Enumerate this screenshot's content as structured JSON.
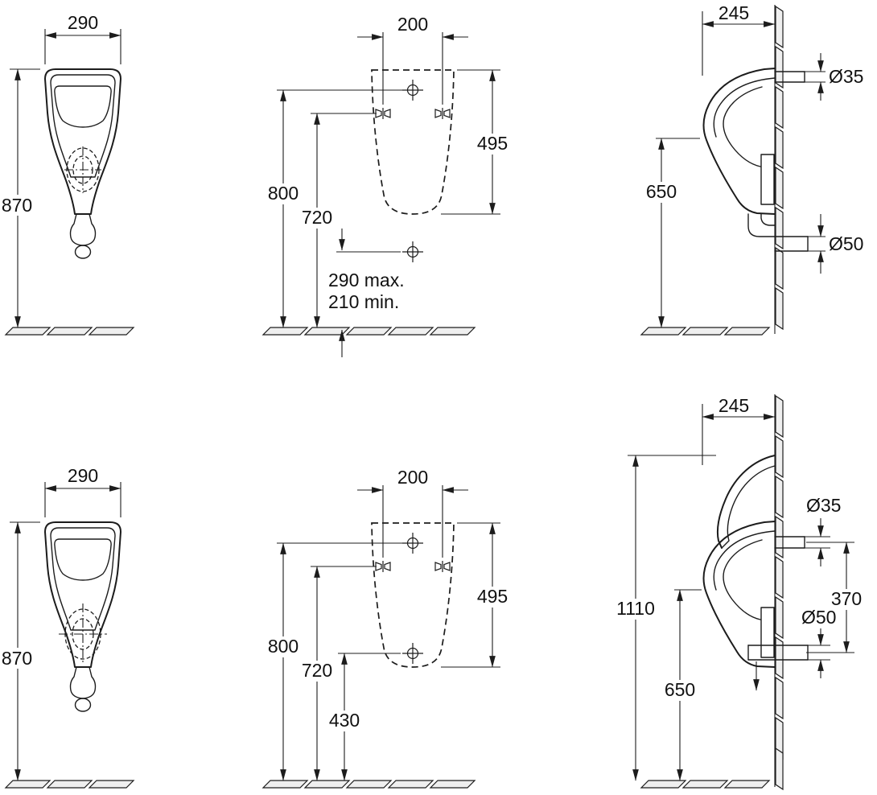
{
  "drawing": {
    "top": {
      "front": {
        "w": "290",
        "h": "870"
      },
      "plan": {
        "spacing": "200",
        "height": "495",
        "d800": "800",
        "d720": "720",
        "max": "290 max.",
        "min": "210 min."
      },
      "side": {
        "depth": "245",
        "inlet": "Ø35",
        "rim": "650",
        "outlet": "Ø50"
      }
    },
    "bottom": {
      "front": {
        "w": "290",
        "h": "870"
      },
      "plan": {
        "spacing": "200",
        "height": "495",
        "d800": "800",
        "d720": "720",
        "d430": "430"
      },
      "side": {
        "depth": "245",
        "inlet": "Ø35",
        "d370": "370",
        "overall": "1110",
        "rim": "650",
        "outlet": "Ø50"
      }
    }
  }
}
